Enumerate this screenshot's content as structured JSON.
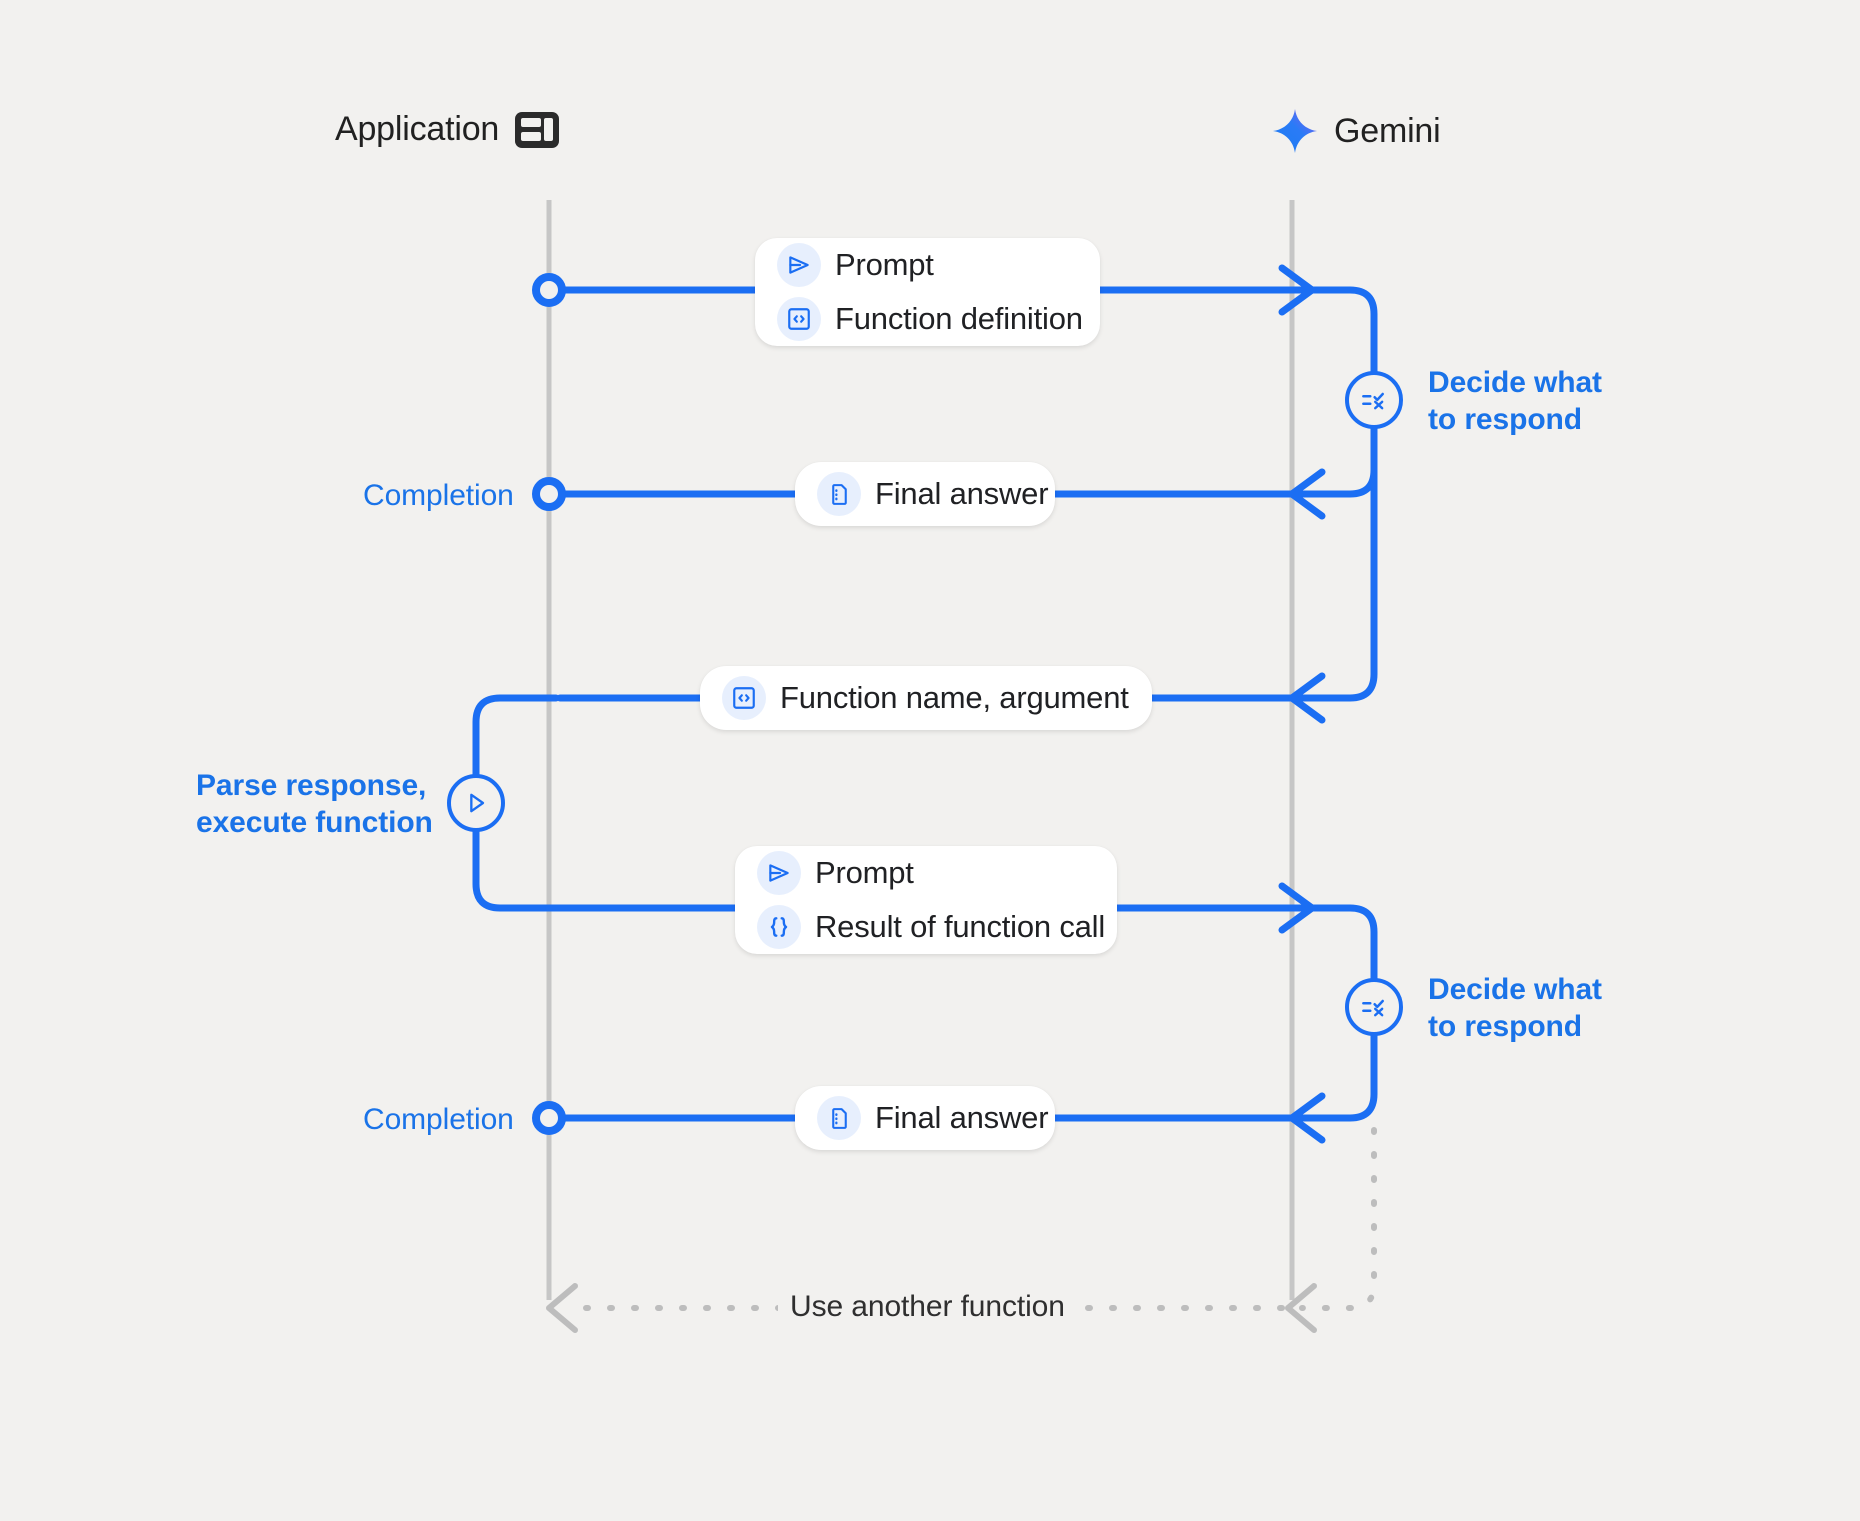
{
  "diagram": {
    "title_participants": [
      {
        "name": "Application",
        "icon": "application-window-icon"
      },
      {
        "name": "Gemini",
        "icon": "gemini-sparkle-icon"
      }
    ],
    "colors": {
      "background": "#f2f1ef",
      "accent_blue": "#1b6ef3",
      "label_blue": "#1a73e8",
      "lifeline_gray": "#c6c6c6",
      "bubble_white": "#ffffff",
      "badge_blue_tint": "#e7effd",
      "text_dark": "#202124"
    },
    "messages": [
      {
        "id": "m1",
        "direction": "app-to-gemini",
        "rows": [
          {
            "icon": "send-prompt-icon",
            "label": "Prompt"
          },
          {
            "icon": "code-brackets-icon",
            "label": "Function definition"
          }
        ]
      },
      {
        "id": "m2",
        "direction": "gemini-to-app",
        "left_label": "Completion",
        "rows": [
          {
            "icon": "document-icon",
            "label": "Final answer"
          }
        ]
      },
      {
        "id": "m3",
        "direction": "gemini-to-app",
        "rows": [
          {
            "icon": "code-brackets-icon",
            "label": "Function name,  argument"
          }
        ]
      },
      {
        "id": "m4",
        "direction": "app-to-gemini",
        "rows": [
          {
            "icon": "send-prompt-icon",
            "label": "Prompt"
          },
          {
            "icon": "curly-braces-icon",
            "label": "Result of function call"
          }
        ]
      },
      {
        "id": "m5",
        "direction": "gemini-to-app",
        "left_label": "Completion",
        "rows": [
          {
            "icon": "document-icon",
            "label": "Final answer"
          }
        ]
      }
    ],
    "process_nodes": [
      {
        "id": "p1",
        "side": "gemini",
        "icon": "decision-checklist-icon",
        "label": "Decide what\nto respond"
      },
      {
        "id": "p2",
        "side": "application",
        "icon": "play-triangle-icon",
        "label": "Parse response,\nexecute function"
      },
      {
        "id": "p3",
        "side": "gemini",
        "icon": "decision-checklist-icon",
        "label": "Decide what\nto respond"
      }
    ],
    "loop": {
      "label": "Use another function",
      "style": "dashed"
    }
  }
}
